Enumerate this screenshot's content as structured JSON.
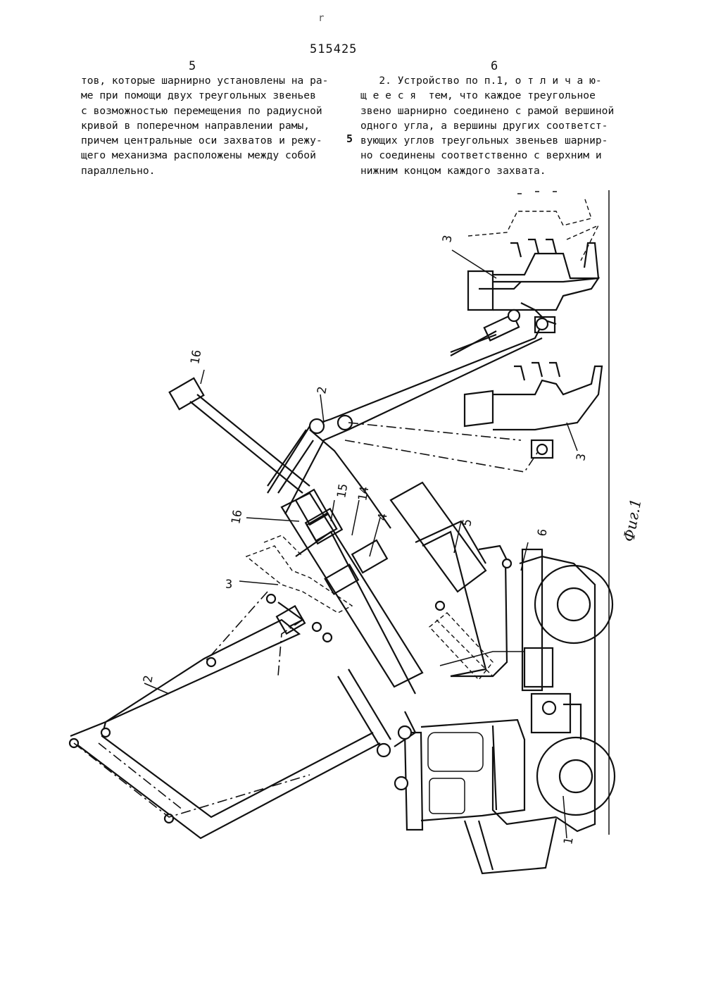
{
  "header": {
    "patent_number": "515425",
    "left_column_number": "5",
    "right_column_number": "6",
    "stray_mark": "r"
  },
  "left_column": {
    "lines": [
      "тов, которые шарнирно установлены на ра-",
      "ме при помощи двух треугольных звеньев",
      "с возможностью перемещения по радиусной",
      "кривой в поперечном направлении рамы,",
      "причем центральные оси захватов и режу-",
      "щего механизма расположены между собой",
      "параллельно."
    ]
  },
  "line_marker": "5",
  "right_column": {
    "lines": [
      "   2. Устройство по п.1, о т л и ч а ю-",
      "щ е е с я  тем, что каждое треугольное",
      "звено шарнирно соединено с рамой вершиной",
      "одного угла, а вершины других соответст-",
      "вующих углов треугольных звеньев шарнир-",
      "но соединены соответственно с верхним и",
      "нижним концом каждого захвата."
    ]
  },
  "figure": {
    "caption": "Фиг.1",
    "labels": {
      "l1": "1",
      "l2a": "2",
      "l2b": "2",
      "l3a": "3",
      "l3b": "3",
      "l3c": "3",
      "l4": "4",
      "l5": "5",
      "l6": "6",
      "l14": "14",
      "l15": "15",
      "l16a": "16",
      "l16b": "16"
    }
  }
}
